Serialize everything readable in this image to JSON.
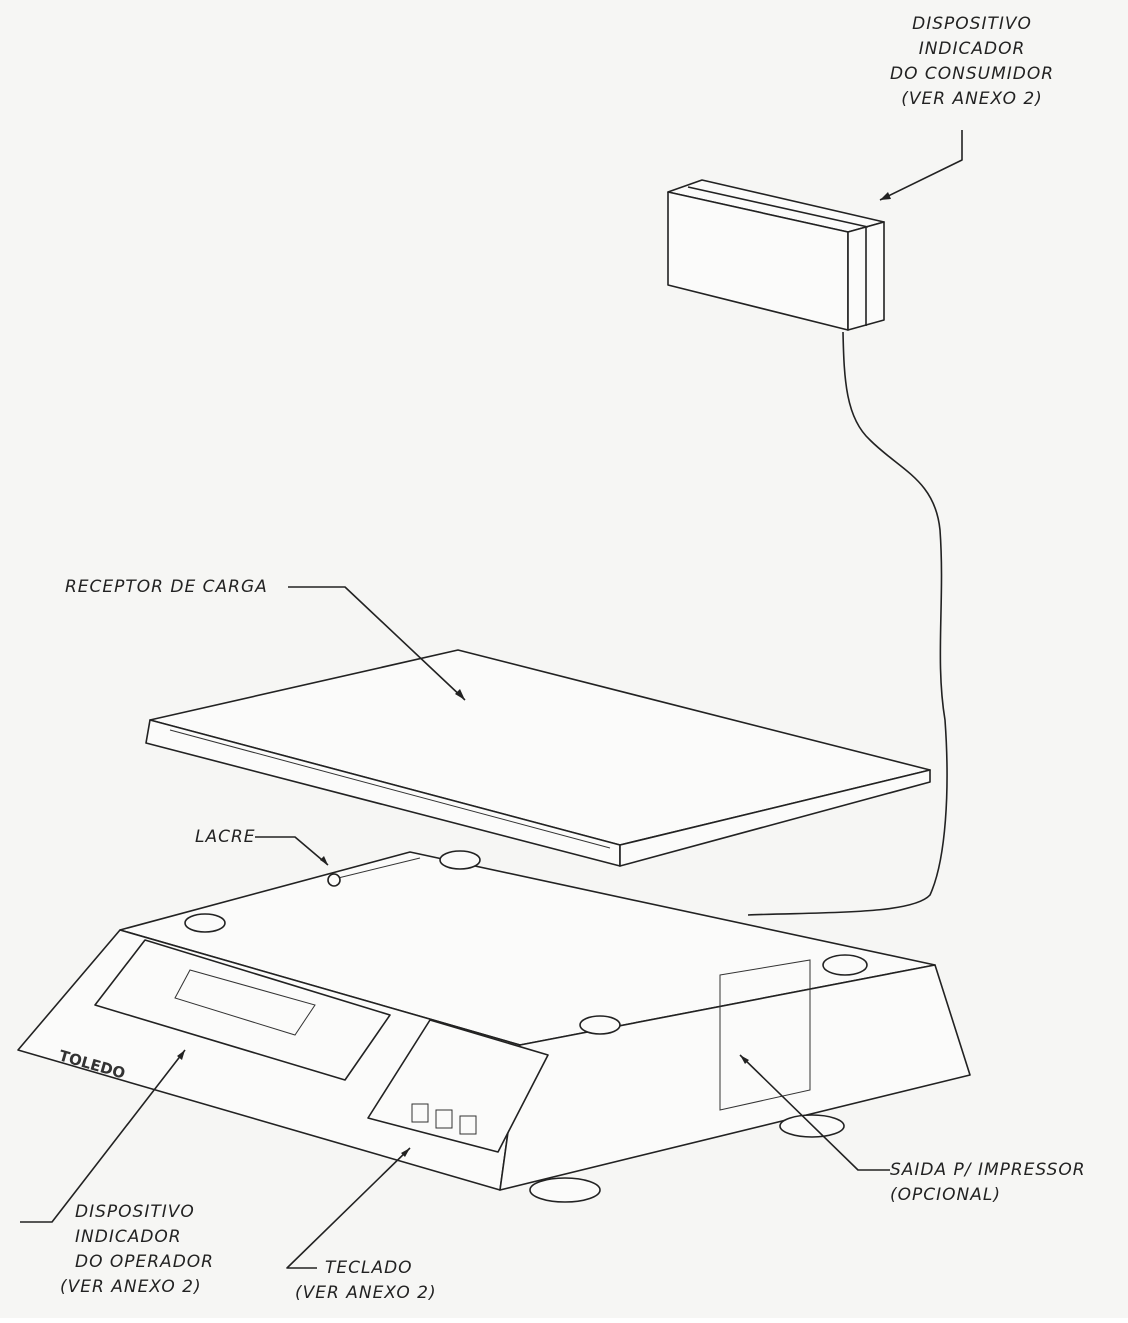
{
  "brand_text": "TOLEDO",
  "labels": {
    "consumer_display": [
      "DISPOSITIVO",
      "INDICADOR",
      "DO CONSUMIDOR",
      "(VER ANEXO 2)"
    ],
    "load_receptor": [
      "RECEPTOR DE CARGA"
    ],
    "seal": [
      "LACRE"
    ],
    "operator_display": [
      "DISPOSITIVO",
      "INDICADOR",
      "DO OPERADOR",
      "(VER ANEXO 2)"
    ],
    "keyboard": [
      "TECLADO",
      "(VER ANEXO 2)"
    ],
    "printer_output": [
      "SAIDA P/ IMPRESSOR",
      "(OPCIONAL)"
    ]
  },
  "colors": {
    "paper": "#f6f6f4",
    "ink": "#222222"
  }
}
